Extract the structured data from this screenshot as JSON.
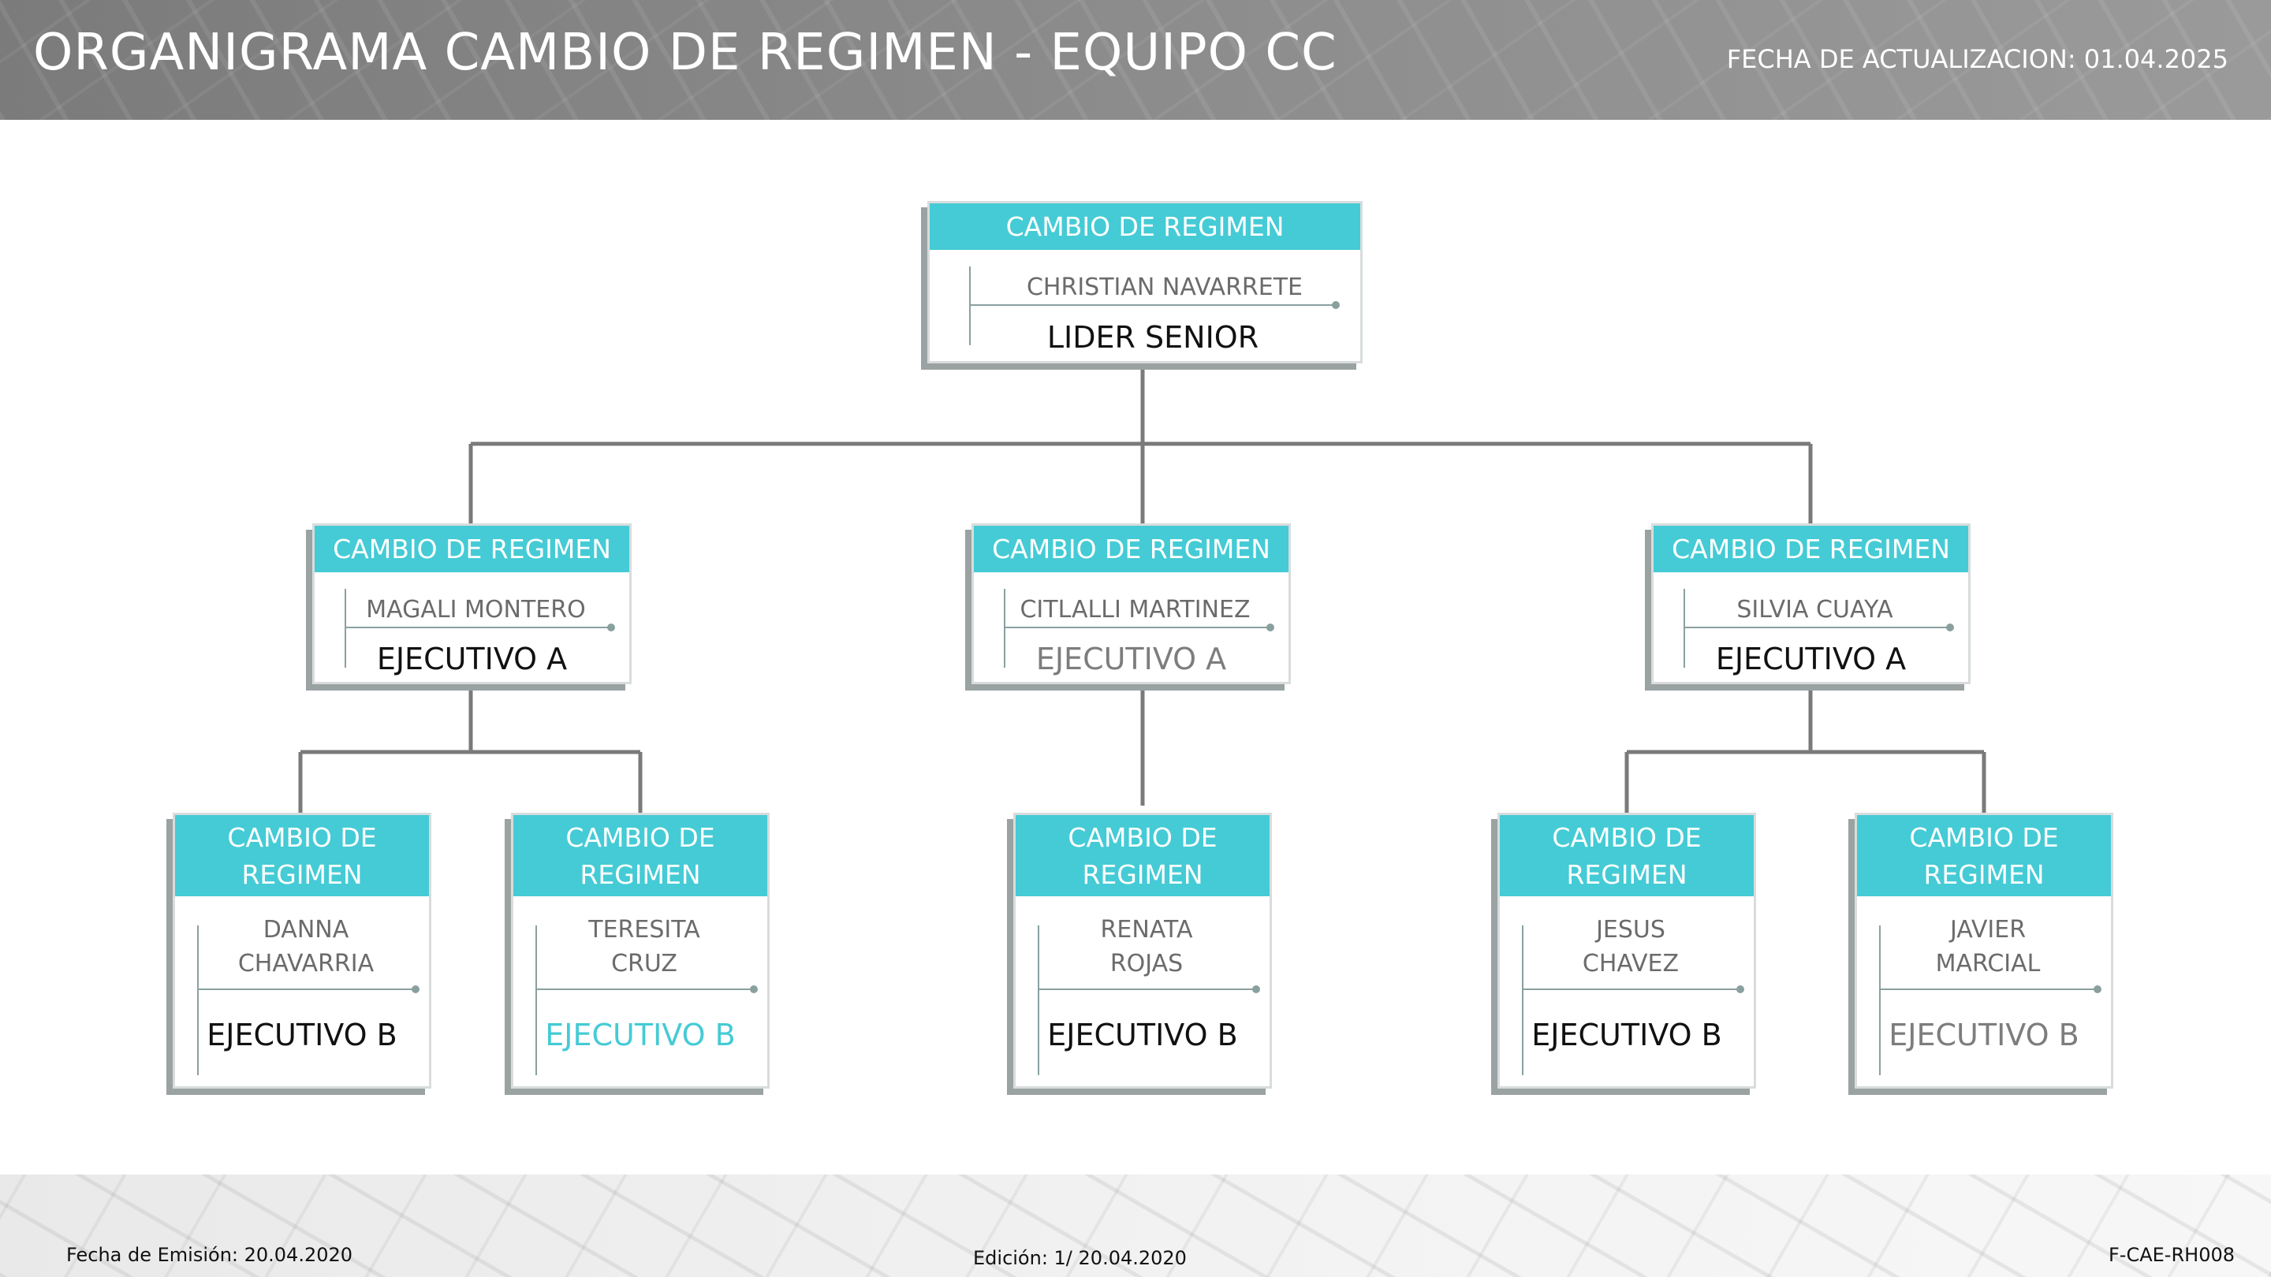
{
  "header": {
    "title": "ORGANIGRAMA CAMBIO DE REGIMEN -  EQUIPO CC",
    "update_label": "FECHA DE ACTUALIZACION:  01.04.2025"
  },
  "colors": {
    "header_bg": "#858585",
    "title_bar": "#45cbd5",
    "connector": "#7a7a7a",
    "role_highlight": "#45cbd5",
    "role_muted": "#7d7d7d"
  },
  "org": {
    "root": {
      "title": "CAMBIO DE REGIMEN",
      "name": "CHRISTIAN NAVARRETE",
      "role": "LIDER SENIOR"
    },
    "executives_a": [
      {
        "title": "CAMBIO DE REGIMEN",
        "name": "MAGALI MONTERO",
        "role": "EJECUTIVO A"
      },
      {
        "title": "CAMBIO DE REGIMEN",
        "name": "CITLALLI MARTINEZ",
        "role": "EJECUTIVO A"
      },
      {
        "title": "CAMBIO DE REGIMEN",
        "name": "SILVIA CUAYA",
        "role": "EJECUTIVO A"
      }
    ],
    "executives_b": [
      {
        "title": "CAMBIO DE\nREGIMEN",
        "name": "DANNA\nCHAVARRIA",
        "role": "EJECUTIVO B"
      },
      {
        "title": "CAMBIO DE\nREGIMEN",
        "name": "TERESITA\nCRUZ",
        "role": "EJECUTIVO B"
      },
      {
        "title": "CAMBIO DE\nREGIMEN",
        "name": "RENATA\nROJAS",
        "role": "EJECUTIVO B"
      },
      {
        "title": "CAMBIO DE\nREGIMEN",
        "name": "JESUS\nCHAVEZ",
        "role": "EJECUTIVO B"
      },
      {
        "title": "CAMBIO DE\nREGIMEN",
        "name": "JAVIER\nMARCIAL",
        "role": "EJECUTIVO B"
      }
    ]
  },
  "footer": {
    "emission": "Fecha de Emisión: 20.04.2020",
    "edition": "Edición: 1/ 20.04.2020",
    "code": "F-CAE-RH008"
  }
}
